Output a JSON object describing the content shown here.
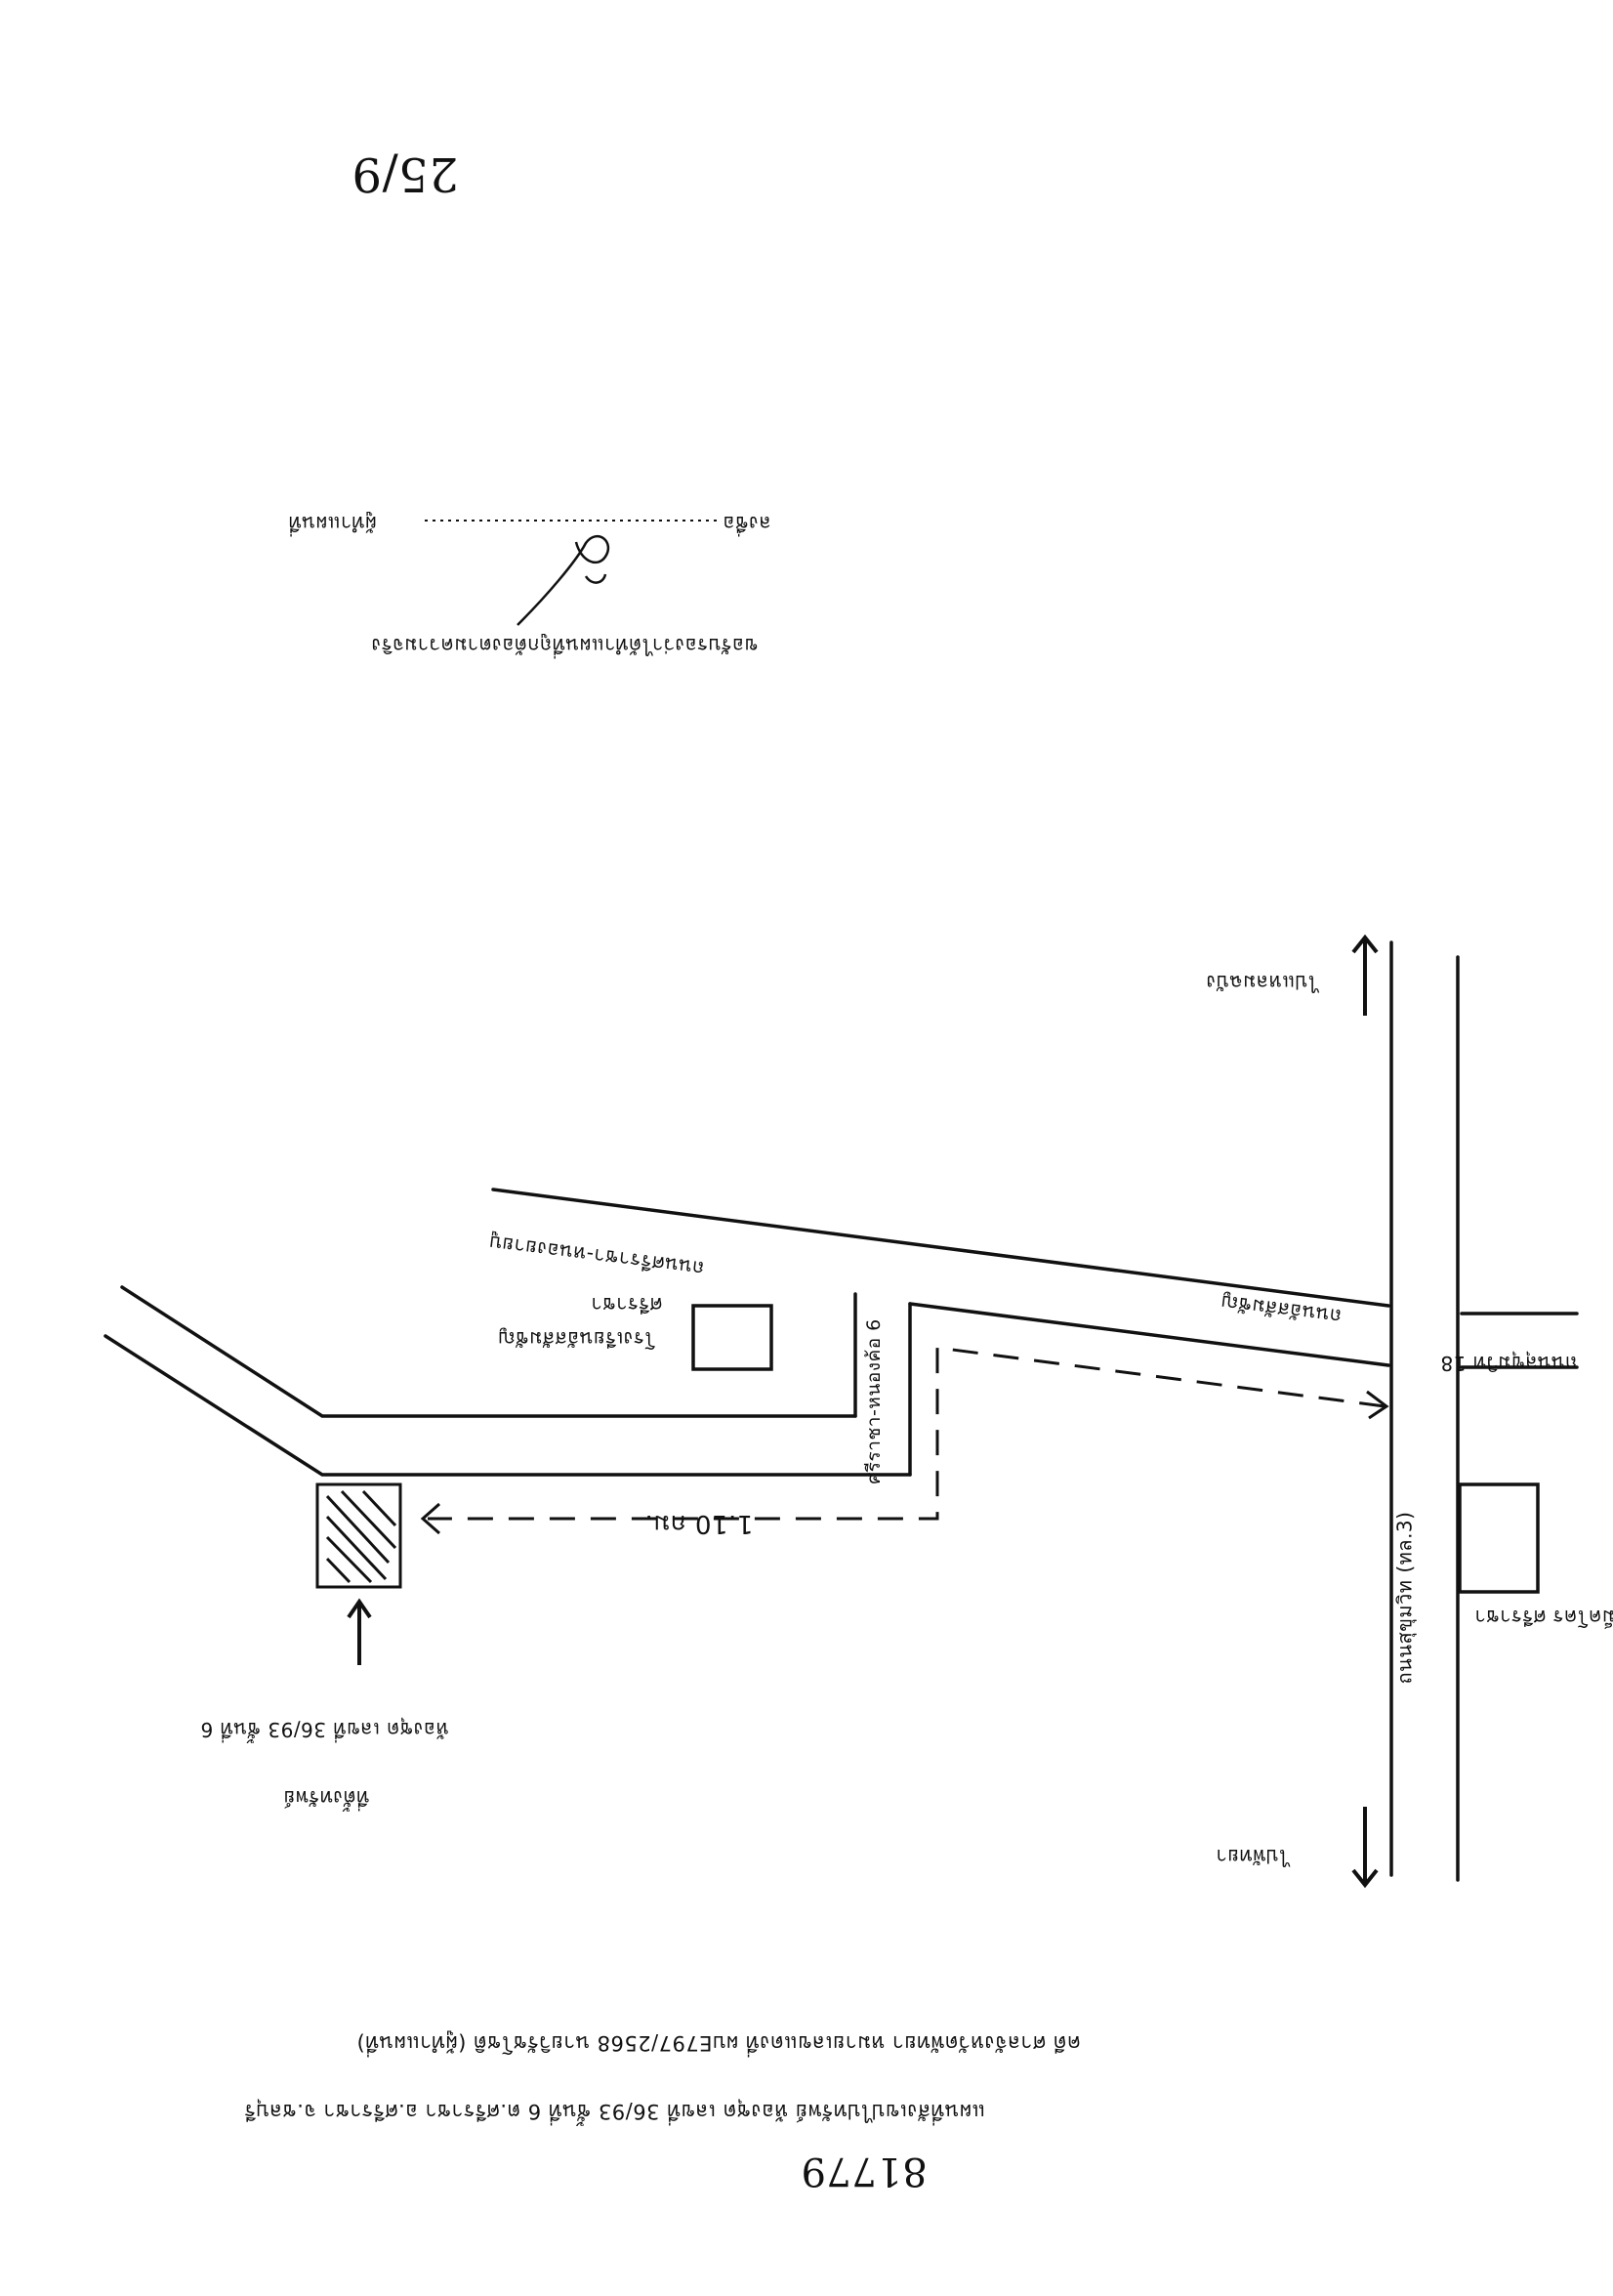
{
  "header": {
    "doc_number": "81779",
    "page_mark": "25/9",
    "title_line_1": "แผนที่สังเขปไปทรัพย์ ห้องชุด เลขที่ 36/93 ชั้นที่ 6 ต.ศรีราชา อ.ศรีราชา จ.ชลบุรี",
    "title_line_2": "คดี ศาลจังหวัดพัทยา หมายเลขแดงที่ ผบE797/2568 นายวิรัชโชติ (ผู้ทำแผนที่)"
  },
  "map": {
    "road_main": "ถนนสุขุมวิท (ทล.3)",
    "road_18": "ถนนสุขุมวิท 18",
    "road_sriracha": "ถนนศรีราชา-หนองยายบู",
    "road_link": "ถนนอัสสัมชัญ",
    "soi_label": "ศรีราชา-หนองค้อ 6",
    "dir_north": "ไปแหลมฉบัง",
    "dir_south": "ไปพัทยา",
    "landmark_school": "โรงเรียนอัสสัมชัญ",
    "landmark_school_sub": "ศรีราชา",
    "landmark_market": "แม็คโคร ศรีราชา",
    "distance": "1.10 กม.",
    "property_line_1": "ห้องชุด เลขที่ 36/93 ชั้นที่ 6",
    "property_line_2": "ที่ตั้งทรัพย์"
  },
  "signature_block": {
    "label_signer": "ลงชื่อ",
    "label_role": "ผู้ทำแผนที่",
    "certify_text": "ขอรับรองว่าได้ทำแผนที่ถูกต้องตามความจริง"
  }
}
